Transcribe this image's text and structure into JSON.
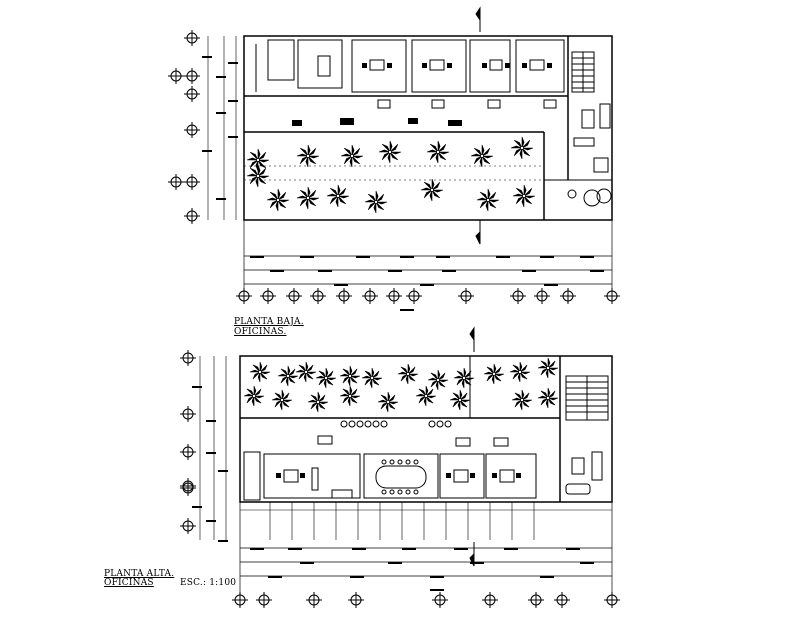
{
  "drawing": {
    "ground_floor": {
      "title": "PLANTA BAJA.",
      "subtitle": "OFICINAS."
    },
    "upper_floor": {
      "title": "PLANTA ALTA.",
      "subtitle": "OFICINAS",
      "scale": "ESC.: 1:100"
    }
  },
  "colors": {
    "line": "#000000",
    "background": "#ffffff"
  },
  "icons": [
    "axis-bubble-icon",
    "palm-tree-icon",
    "desk-icon",
    "chair-icon",
    "stair-icon",
    "conference-table-icon",
    "sofa-icon",
    "car-icon",
    "north-arrow-icon"
  ]
}
